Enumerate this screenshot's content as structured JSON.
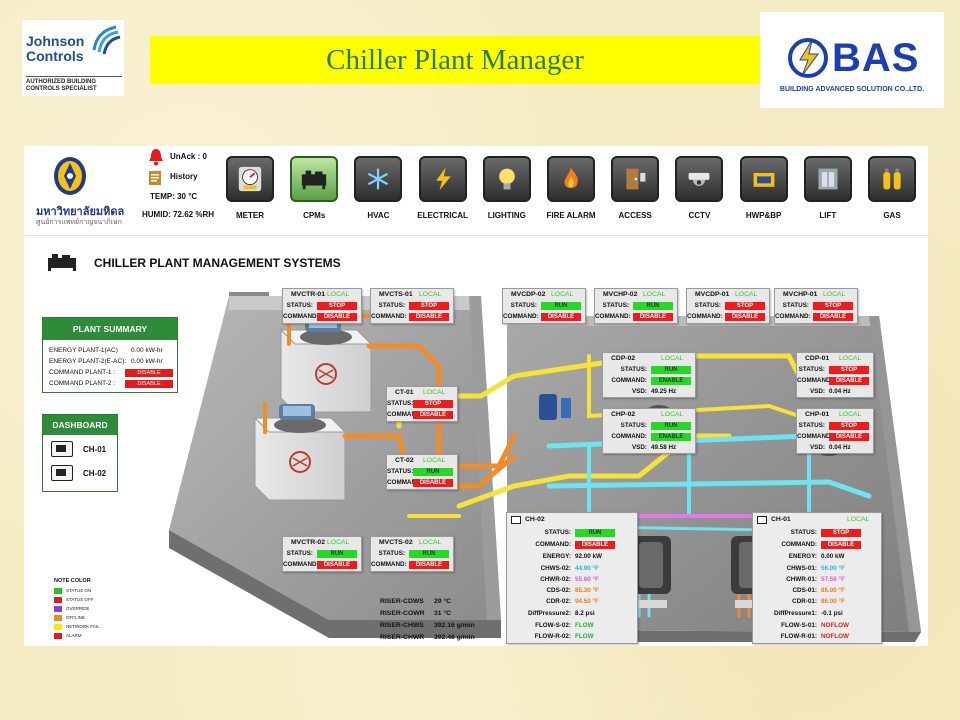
{
  "header": {
    "title": "Chiller Plant Manager",
    "jci_line1": "Johnson",
    "jci_line2": "Controls",
    "jci_tag": "AUTHORIZED BUILDING CONTROLS SPECIALIST",
    "bas_text": "BAS",
    "bas_sub": "BUILDING ADVANCED SOLUTION CO.,LTD."
  },
  "topbar": {
    "univ_name": "มหาวิทยาลัยมหิดล",
    "univ_sub": "ศูนย์การแพทย์กาญจนาภิเษก",
    "unack": "UnAck : 0",
    "history": "History",
    "temp": "TEMP:  30 °C",
    "humid": "HUMID:  72.62 %RH"
  },
  "nav": [
    {
      "label": "METER",
      "icon": "meter-icon",
      "active": false
    },
    {
      "label": "CPMs",
      "icon": "chiller-icon",
      "active": true
    },
    {
      "label": "HVAC",
      "icon": "snowflake-icon",
      "active": false
    },
    {
      "label": "ELECTRICAL",
      "icon": "lightning-icon",
      "active": false
    },
    {
      "label": "LIGHTING",
      "icon": "bulb-icon",
      "active": false
    },
    {
      "label": "FIRE ALARM",
      "icon": "fire-icon",
      "active": false
    },
    {
      "label": "ACCESS",
      "icon": "door-icon",
      "active": false
    },
    {
      "label": "CCTV",
      "icon": "camera-icon",
      "active": false
    },
    {
      "label": "HWP&BP",
      "icon": "pump-icon",
      "active": false
    },
    {
      "label": "LIFT",
      "icon": "elevator-icon",
      "active": false
    },
    {
      "label": "GAS",
      "icon": "gas-cylinder-icon",
      "active": false
    }
  ],
  "system_title": "CHILLER PLANT MANAGEMENT SYSTEMS",
  "plant_summary": {
    "title": "PLANT SUMMARY",
    "rows": [
      {
        "label": "ENERGY PLANT-1(AC)",
        "value": "0.00  kW-hr"
      },
      {
        "label": "ENERGY PLANT-2(E-AC):",
        "value": "0.00  kW-hr"
      },
      {
        "label": "COMMAND PLANT-1 :",
        "value": "DISABLE"
      },
      {
        "label": "COMMAND PLANT-2 :",
        "value": "DISABLE"
      }
    ]
  },
  "dashboard": {
    "title": "DASHBOARD",
    "items": [
      "CH-01",
      "CH-02"
    ]
  },
  "legend": {
    "title": "NOTE COLOR",
    "items": [
      {
        "label": "STATUS ON",
        "color": "#22c422"
      },
      {
        "label": "STATUS OFF",
        "color": "#e21b1b"
      },
      {
        "label": "OVERRIDE",
        "color": "#8b3fd1"
      },
      {
        "label": "OFFLINE",
        "color": "#f08c1a"
      },
      {
        "label": "NETWORK FAIL",
        "color": "#f5e614"
      },
      {
        "label": "ALARM",
        "color": "#e21b1b"
      }
    ]
  },
  "units": {
    "mvctr01": {
      "title": "MVCTR-01",
      "mode": "LOCAL",
      "status": "STOP",
      "command": "DISABLE"
    },
    "mvcts01": {
      "title": "MVCTS-01",
      "mode": "LOCAL",
      "status": "STOP",
      "command": "DISABLE"
    },
    "ct01": {
      "title": "CT-01",
      "mode": "LOCAL",
      "status": "STOP",
      "command": "DISABLE"
    },
    "ct02": {
      "title": "CT-02",
      "mode": "LOCAL",
      "status": "RUN",
      "command": "DISABLE"
    },
    "mvctr02": {
      "title": "MVCTR-02",
      "mode": "LOCAL",
      "status": "RUN",
      "command": "DISABLE"
    },
    "mvcts02": {
      "title": "MVCTS-02",
      "mode": "LOCAL",
      "status": "RUN",
      "command": "DISABLE"
    },
    "mvcdp02": {
      "title": "MVCDP-02",
      "mode": "LOCAL",
      "status": "RUN",
      "command": "DISABLE"
    },
    "mvchp02": {
      "title": "MVCHP-02",
      "mode": "LOCAL",
      "status": "RUN",
      "command": "DISABLE"
    },
    "mvcdp01": {
      "title": "MVCDP-01",
      "mode": "LOCAL",
      "status": "STOP",
      "command": "DISABLE"
    },
    "mvchp01": {
      "title": "MVCHP-01",
      "mode": "LOCAL",
      "status": "STOP",
      "command": "DISABLE"
    },
    "cdp02": {
      "title": "CDP-02",
      "mode": "LOCAL",
      "status": "RUN",
      "command": "ENABLE",
      "vsd": "49.25 Hz"
    },
    "chp02": {
      "title": "CHP-02",
      "mode": "LOCAL",
      "status": "RUN",
      "command": "ENABLE",
      "vsd": "49.58 Hz"
    },
    "cdp01": {
      "title": "CDP-01",
      "mode": "LOCAL",
      "status": "STOP",
      "command": "DISABLE",
      "vsd": "0.04 Hz"
    },
    "chp01": {
      "title": "CHP-01",
      "mode": "LOCAL",
      "status": "STOP",
      "command": "DISABLE",
      "vsd": "0.04 Hz"
    }
  },
  "labels": {
    "status": "STATUS:",
    "command": "COMMAND:",
    "vsd": "VSD:",
    "energy": "ENERGY:"
  },
  "ch02": {
    "title": "CH-02",
    "status": "RUN",
    "command": "DISABLE",
    "energy": "92.00  kW",
    "chws_label": "CHWS-02:",
    "chws": "44.90 °F",
    "chwr_label": "CHWR-02:",
    "chwr": "55.60 °F",
    "cds_label": "CDS-02:",
    "cds": "85.30 °F",
    "cdr_label": "CDR-02:",
    "cdr": "94.50 °F",
    "dp_label": "DiffPressure2:",
    "dp": "8.2  psi",
    "flow_s_label": "FLOW-S-02:",
    "flow_s": "FLOW",
    "flow_r_label": "FLOW-R-02:",
    "flow_r": "FLOW"
  },
  "ch01": {
    "title": "CH-01",
    "mode": "LOCAL",
    "status": "STOP",
    "command": "DISABLE",
    "energy": "0.00  kW",
    "chws_label": "CHWS-01:",
    "chws": "56.00 °F",
    "chwr_label": "CHWR-01:",
    "chwr": "57.56 °F",
    "cds_label": "CDS-01:",
    "cds": "85.00 °F",
    "cdr_label": "CDR-01:",
    "cdr": "86.00 °F",
    "dp_label": "DiffPressure1:",
    "dp": "-0.1  psi",
    "flow_s_label": "FLOW-S-01:",
    "flow_s": "NOFLOW",
    "flow_r_label": "FLOW-R-01:",
    "flow_r": "NOFLOW"
  },
  "risers": [
    {
      "label": "RISER-CDWS",
      "value": "29 °C"
    },
    {
      "label": "RISER-COWR",
      "value": "31 °C"
    },
    {
      "label": "RISER-CHWS",
      "value": "392.16 g/min"
    },
    {
      "label": "RISER-CHWR",
      "value": "392.46 g/min"
    }
  ]
}
